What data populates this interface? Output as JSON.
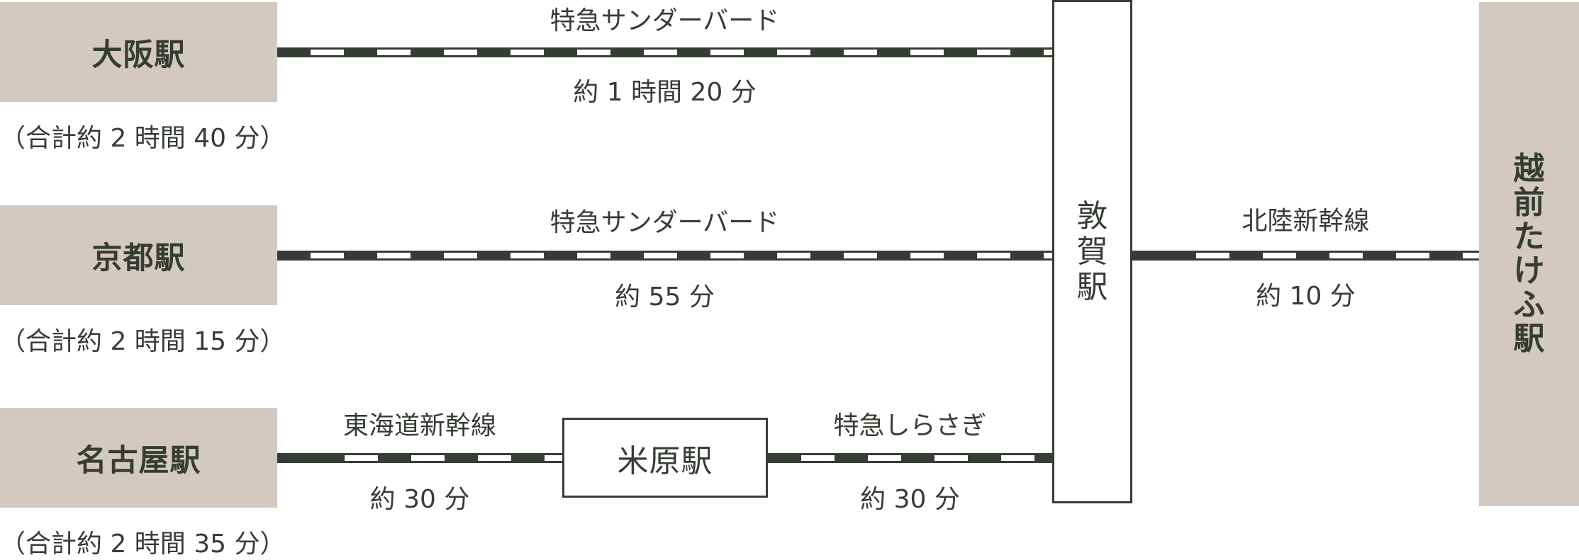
{
  "colors": {
    "box_fill": "#d3c9c0",
    "line_dark": "#363d35",
    "text": "#363d35",
    "dash": "#ffffff"
  },
  "origins": [
    {
      "name": "大阪駅",
      "total": "（合計約 2 時間 40 分）"
    },
    {
      "name": "京都駅",
      "total": "（合計約 2 時間 15 分）"
    },
    {
      "name": "名古屋駅",
      "total": "（合計約 2 時間 35 分）"
    }
  ],
  "routes": {
    "osaka_tsuruga": {
      "line": "特急サンダーバード",
      "time": "約 1 時間 20 分"
    },
    "kyoto_tsuruga": {
      "line": "特急サンダーバード",
      "time": "約 55 分"
    },
    "nagoya_maibara": {
      "line": "東海道新幹線",
      "time": "約 30 分"
    },
    "maibara_tsuruga": {
      "line": "特急しらさぎ",
      "time": "約 30 分"
    },
    "tsuruga_takefu": {
      "line": "北陸新幹線",
      "time": "約 10 分"
    }
  },
  "transfer_stations": {
    "tsuruga": [
      "敦",
      "賀",
      "駅"
    ],
    "maibara": "米原駅"
  },
  "destination": {
    "chars": [
      "越",
      "前",
      "た",
      "け",
      "ふ",
      "駅"
    ]
  }
}
